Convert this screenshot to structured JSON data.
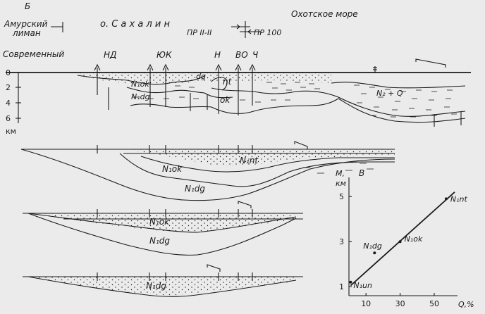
{
  "panel_b": {
    "letter": "Б",
    "amur_line1": "Амурский",
    "amur_line2": "лиман",
    "sakhalin": "о. С а х а л и н",
    "okhotsk": "Охотское море",
    "pr_left": "ПР II-II",
    "pr_right": "ПР 100",
    "modern": "Современный",
    "wells": [
      "НД",
      "ЮК",
      "Н",
      "ВО",
      "Ч"
    ],
    "depth_ticks": [
      "0",
      "2",
      "4",
      "6"
    ],
    "depth_unit": "км",
    "units": {
      "dg_top": "dg",
      "nt": "nt",
      "ok": "ok",
      "n1ok": "N₁ok",
      "n1dg": "N₁dg",
      "n2q": "N₂ + Q"
    }
  },
  "stage2": {
    "nt": "N₁nt",
    "ok": "N₁ok",
    "dg": "N₁dg"
  },
  "stage3": {
    "ok": "N₁ok",
    "dg": "N₁dg"
  },
  "stage4": {
    "dg": "N₁dg"
  },
  "chart_data": {
    "type": "scatter",
    "panel_letter": "В",
    "ylabel_line1": "М,",
    "ylabel_line2": "км",
    "xlabel": "Q,%",
    "x_ticks": [
      "10",
      "30",
      "50"
    ],
    "y_ticks": [
      "1",
      "3",
      "5"
    ],
    "xlim": [
      0,
      62
    ],
    "ylim": [
      0.6,
      5.6
    ],
    "points": [
      {
        "label": "N₁un",
        "x": 1,
        "y": 1.2
      },
      {
        "label": "N₁dg",
        "x": 15,
        "y": 2.5
      },
      {
        "label": "N₁ok",
        "x": 30,
        "y": 3.0
      },
      {
        "label": "N₁nt",
        "x": 57,
        "y": 4.9
      }
    ],
    "line": [
      [
        1,
        1.05
      ],
      [
        62,
        5.2
      ]
    ]
  }
}
